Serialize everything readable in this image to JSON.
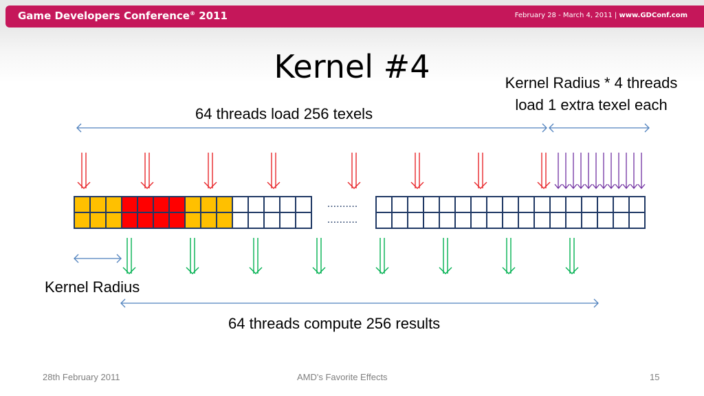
{
  "header": {
    "conference": "Game Developers Conference",
    "registered": "®",
    "year": "2011",
    "dates": "February 28 - March 4, 2011",
    "separator": "|",
    "website": "www.GDConf.com"
  },
  "slide": {
    "title": "Kernel #4",
    "label_load": "64 threads load 256 texels",
    "label_extra_line1": "Kernel Radius * 4 threads",
    "label_extra_line2": "load 1 extra texel each",
    "label_kernel_radius": "Kernel Radius",
    "label_compute": "64 threads compute 256 results",
    "ellipsis": ".........."
  },
  "footer": {
    "date": "28th February 2011",
    "talk": "AMD's Favorite Effects",
    "page": "15"
  },
  "colors": {
    "brand": "#c5175a",
    "cell_yellow": "#ffc000",
    "cell_red": "#ff0000",
    "cell_white": "#ffffff",
    "cell_border": "#1f3864",
    "arrow_red": "#e8262a",
    "arrow_purple": "#7030a0",
    "arrow_green": "#00b050",
    "span_arrow": "#4f81bd"
  },
  "diagram": {
    "left_block_cells": [
      "yellow",
      "yellow",
      "yellow",
      "red",
      "red",
      "red",
      "red",
      "yellow",
      "yellow",
      "yellow",
      "white",
      "white",
      "white",
      "white",
      "white"
    ],
    "right_block_columns": 17,
    "red_load_arrows": 8,
    "purple_load_arrows": 12,
    "green_compute_arrows": 8
  }
}
